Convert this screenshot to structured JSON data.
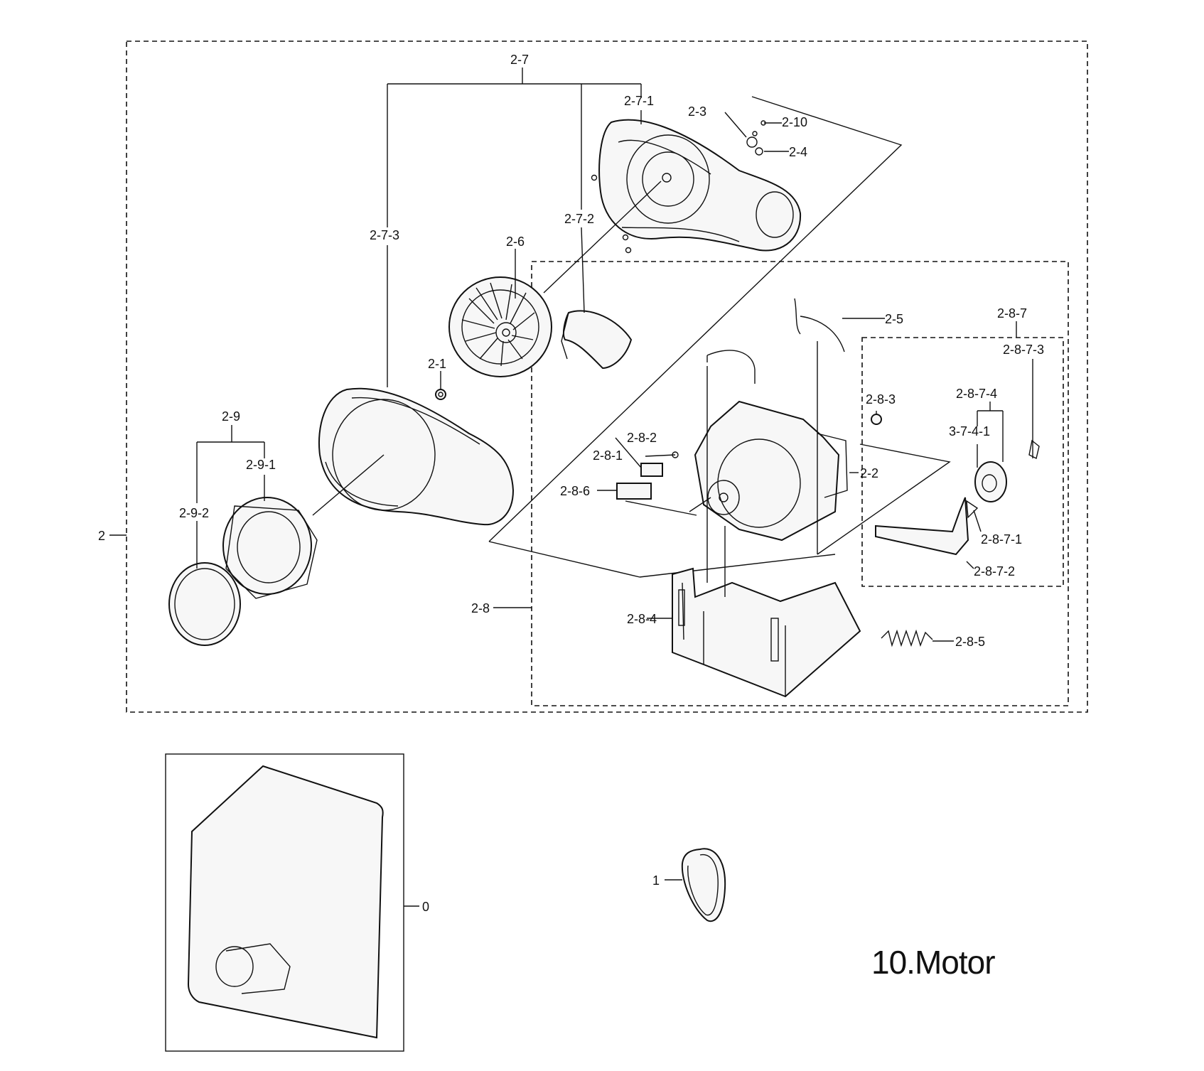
{
  "title": "10.Motor",
  "labels": {
    "l_2": "2",
    "l_2_1": "2-1",
    "l_2_2": "2-2",
    "l_2_3": "2-3",
    "l_2_4": "2-4",
    "l_2_5": "2-5",
    "l_2_6": "2-6",
    "l_2_7": "2-7",
    "l_2_7_1": "2-7-1",
    "l_2_7_2": "2-7-2",
    "l_2_7_3": "2-7-3",
    "l_2_8": "2-8",
    "l_2_8_1": "2-8-1",
    "l_2_8_2": "2-8-2",
    "l_2_8_3": "2-8-3",
    "l_2_8_4": "2-8-4",
    "l_2_8_5": "2-8-5",
    "l_2_8_6": "2-8-6",
    "l_2_8_7": "2-8-7",
    "l_2_8_7_1": "2-8-7-1",
    "l_2_8_7_2": "2-8-7-2",
    "l_2_8_7_3": "2-8-7-3",
    "l_2_8_7_4": "2-8-7-4",
    "l_2_8_7_4_1": "3-7-4-1",
    "l_2_9": "2-9",
    "l_2_9_1": "2-9-1",
    "l_2_9_2": "2-9-2",
    "l_2_10": "2-10",
    "l_0": "0",
    "l_1": "1"
  }
}
